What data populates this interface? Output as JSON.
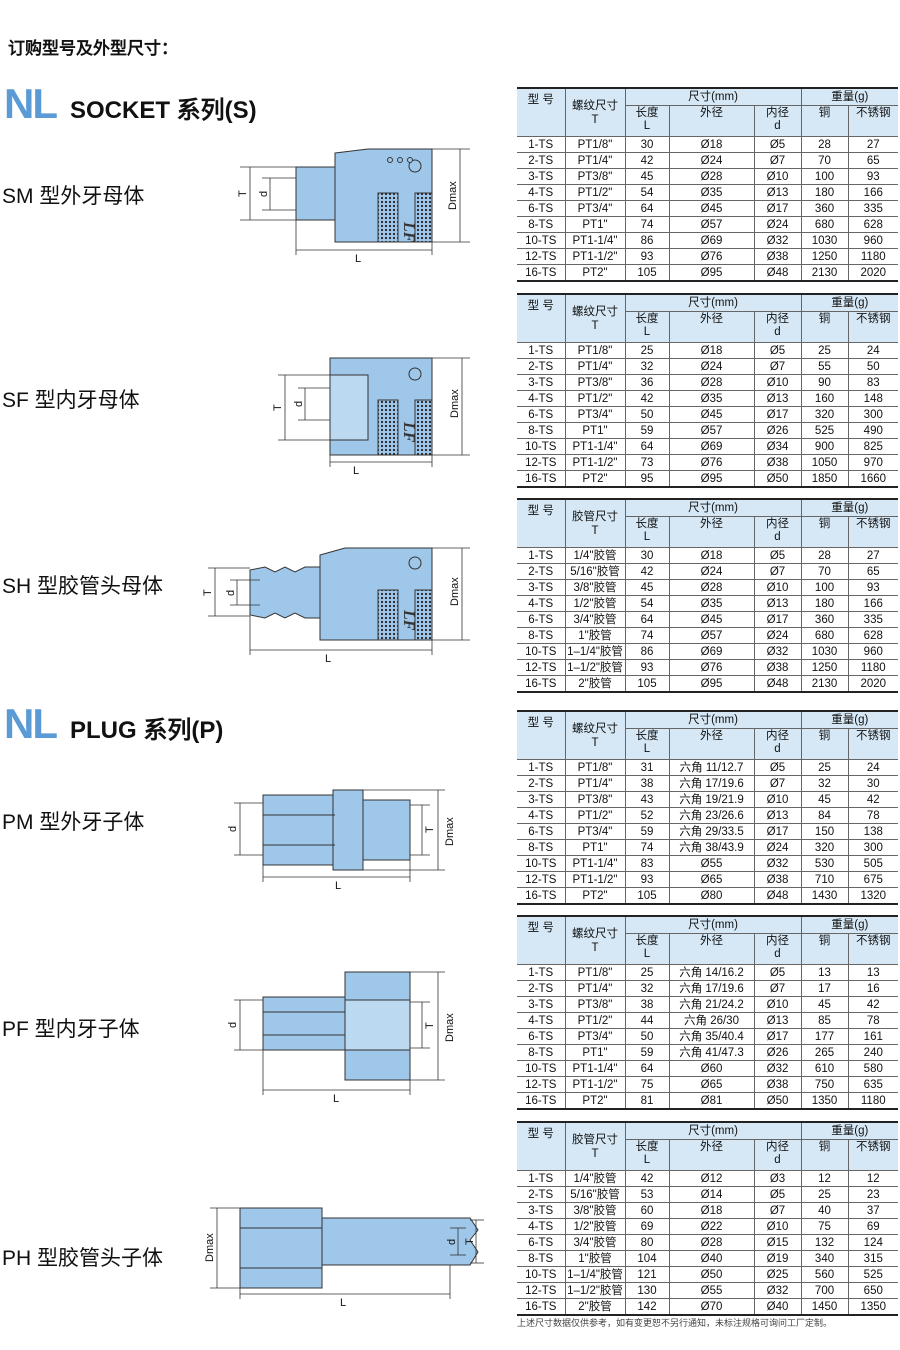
{
  "heading": "订购型号及外型尺寸：",
  "socket_series": {
    "nl": "NL",
    "rest": "SOCKET 系列(S)"
  },
  "plug_series": {
    "nl": "NL",
    "rest": "PLUG 系列(P)"
  },
  "dim_labels": {
    "T": "T",
    "d": "d",
    "L": "L",
    "Dmax": "Dmax",
    "lf": "LF"
  },
  "colors": {
    "body": "#9fc7ea",
    "outline": "#333333",
    "accent": "#5b9bd5",
    "header_bg": "#d6e8f6"
  },
  "header": {
    "model": "型 号",
    "size_sub": "T",
    "dims": "尺寸(mm)",
    "weight": "重量(g)",
    "length": "长度",
    "length_sub": "L",
    "outer": "外径",
    "inner": "内径",
    "inner_sub": "d",
    "copper": "铜",
    "steel": "不锈钢"
  },
  "footnote": "上述尺寸数据仅供参考，如有变更恕不另行通知，未标注规格可询问工厂定制。",
  "sections": [
    {
      "label": "SM 型外牙母体",
      "size_header": "螺纹尺寸",
      "rows": [
        [
          "1-TS",
          "PT1/8\"",
          "30",
          "Ø18",
          "Ø5",
          "28",
          "27"
        ],
        [
          "2-TS",
          "PT1/4\"",
          "42",
          "Ø24",
          "Ø7",
          "70",
          "65"
        ],
        [
          "3-TS",
          "PT3/8\"",
          "45",
          "Ø28",
          "Ø10",
          "100",
          "93"
        ],
        [
          "4-TS",
          "PT1/2\"",
          "54",
          "Ø35",
          "Ø13",
          "180",
          "166"
        ],
        [
          "6-TS",
          "PT3/4\"",
          "64",
          "Ø45",
          "Ø17",
          "360",
          "335"
        ],
        [
          "8-TS",
          "PT1\"",
          "74",
          "Ø57",
          "Ø24",
          "680",
          "628"
        ],
        [
          "10-TS",
          "PT1-1/4\"",
          "86",
          "Ø69",
          "Ø32",
          "1030",
          "960"
        ],
        [
          "12-TS",
          "PT1-1/2\"",
          "93",
          "Ø76",
          "Ø38",
          "1250",
          "1180"
        ],
        [
          "16-TS",
          "PT2\"",
          "105",
          "Ø95",
          "Ø48",
          "2130",
          "2020"
        ]
      ]
    },
    {
      "label": "SF 型内牙母体",
      "size_header": "螺纹尺寸",
      "rows": [
        [
          "1-TS",
          "PT1/8\"",
          "25",
          "Ø18",
          "Ø5",
          "25",
          "24"
        ],
        [
          "2-TS",
          "PT1/4\"",
          "32",
          "Ø24",
          "Ø7",
          "55",
          "50"
        ],
        [
          "3-TS",
          "PT3/8\"",
          "36",
          "Ø28",
          "Ø10",
          "90",
          "83"
        ],
        [
          "4-TS",
          "PT1/2\"",
          "42",
          "Ø35",
          "Ø13",
          "160",
          "148"
        ],
        [
          "6-TS",
          "PT3/4\"",
          "50",
          "Ø45",
          "Ø17",
          "320",
          "300"
        ],
        [
          "8-TS",
          "PT1\"",
          "59",
          "Ø57",
          "Ø26",
          "525",
          "490"
        ],
        [
          "10-TS",
          "PT1-1/4\"",
          "64",
          "Ø69",
          "Ø34",
          "900",
          "825"
        ],
        [
          "12-TS",
          "PT1-1/2\"",
          "73",
          "Ø76",
          "Ø38",
          "1050",
          "970"
        ],
        [
          "16-TS",
          "PT2\"",
          "95",
          "Ø95",
          "Ø50",
          "1850",
          "1660"
        ]
      ]
    },
    {
      "label": "SH 型胶管头母体",
      "size_header": "胶管尺寸",
      "rows": [
        [
          "1-TS",
          "1/4\"胶管",
          "30",
          "Ø18",
          "Ø5",
          "28",
          "27"
        ],
        [
          "2-TS",
          "5/16\"胶管",
          "42",
          "Ø24",
          "Ø7",
          "70",
          "65"
        ],
        [
          "3-TS",
          "3/8\"胶管",
          "45",
          "Ø28",
          "Ø10",
          "100",
          "93"
        ],
        [
          "4-TS",
          "1/2\"胶管",
          "54",
          "Ø35",
          "Ø13",
          "180",
          "166"
        ],
        [
          "6-TS",
          "3/4\"胶管",
          "64",
          "Ø45",
          "Ø17",
          "360",
          "335"
        ],
        [
          "8-TS",
          "1\"胶管",
          "74",
          "Ø57",
          "Ø24",
          "680",
          "628"
        ],
        [
          "10-TS",
          "1–1/4\"胶管",
          "86",
          "Ø69",
          "Ø32",
          "1030",
          "960"
        ],
        [
          "12-TS",
          "1–1/2\"胶管",
          "93",
          "Ø76",
          "Ø38",
          "1250",
          "1180"
        ],
        [
          "16-TS",
          "2\"胶管",
          "105",
          "Ø95",
          "Ø48",
          "2130",
          "2020"
        ]
      ]
    },
    {
      "label": "PM 型外牙子体",
      "size_header": "螺纹尺寸",
      "rows": [
        [
          "1-TS",
          "PT1/8\"",
          "31",
          "六角 11/12.7",
          "Ø5",
          "25",
          "24"
        ],
        [
          "2-TS",
          "PT1/4\"",
          "38",
          "六角 17/19.6",
          "Ø7",
          "32",
          "30"
        ],
        [
          "3-TS",
          "PT3/8\"",
          "43",
          "六角 19/21.9",
          "Ø10",
          "45",
          "42"
        ],
        [
          "4-TS",
          "PT1/2\"",
          "52",
          "六角 23/26.6",
          "Ø13",
          "84",
          "78"
        ],
        [
          "6-TS",
          "PT3/4\"",
          "59",
          "六角 29/33.5",
          "Ø17",
          "150",
          "138"
        ],
        [
          "8-TS",
          "PT1\"",
          "74",
          "六角 38/43.9",
          "Ø24",
          "320",
          "300"
        ],
        [
          "10-TS",
          "PT1-1/4\"",
          "83",
          "Ø55",
          "Ø32",
          "530",
          "505"
        ],
        [
          "12-TS",
          "PT1-1/2\"",
          "93",
          "Ø65",
          "Ø38",
          "710",
          "675"
        ],
        [
          "16-TS",
          "PT2\"",
          "105",
          "Ø80",
          "Ø48",
          "1430",
          "1320"
        ]
      ]
    },
    {
      "label": "PF 型内牙子体",
      "size_header": "螺纹尺寸",
      "rows": [
        [
          "1-TS",
          "PT1/8\"",
          "25",
          "六角 14/16.2",
          "Ø5",
          "13",
          "13"
        ],
        [
          "2-TS",
          "PT1/4\"",
          "32",
          "六角 17/19.6",
          "Ø7",
          "17",
          "16"
        ],
        [
          "3-TS",
          "PT3/8\"",
          "38",
          "六角 21/24.2",
          "Ø10",
          "45",
          "42"
        ],
        [
          "4-TS",
          "PT1/2\"",
          "44",
          "六角 26/30",
          "Ø13",
          "85",
          "78"
        ],
        [
          "6-TS",
          "PT3/4\"",
          "50",
          "六角 35/40.4",
          "Ø17",
          "177",
          "161"
        ],
        [
          "8-TS",
          "PT1\"",
          "59",
          "六角 41/47.3",
          "Ø26",
          "265",
          "240"
        ],
        [
          "10-TS",
          "PT1-1/4\"",
          "64",
          "Ø60",
          "Ø32",
          "610",
          "580"
        ],
        [
          "12-TS",
          "PT1-1/2\"",
          "75",
          "Ø65",
          "Ø38",
          "750",
          "635"
        ],
        [
          "16-TS",
          "PT2\"",
          "81",
          "Ø81",
          "Ø50",
          "1350",
          "1180"
        ]
      ]
    },
    {
      "label": "PH 型胶管头子体",
      "size_header": "胶管尺寸",
      "rows": [
        [
          "1-TS",
          "1/4\"胶管",
          "42",
          "Ø12",
          "Ø3",
          "12",
          "12"
        ],
        [
          "2-TS",
          "5/16\"胶管",
          "53",
          "Ø14",
          "Ø5",
          "25",
          "23"
        ],
        [
          "3-TS",
          "3/8\"胶管",
          "60",
          "Ø18",
          "Ø7",
          "40",
          "37"
        ],
        [
          "4-TS",
          "1/2\"胶管",
          "69",
          "Ø22",
          "Ø10",
          "75",
          "69"
        ],
        [
          "6-TS",
          "3/4\"胶管",
          "80",
          "Ø28",
          "Ø15",
          "132",
          "124"
        ],
        [
          "8-TS",
          "1\"胶管",
          "104",
          "Ø40",
          "Ø19",
          "340",
          "315"
        ],
        [
          "10-TS",
          "1–1/4\"胶管",
          "121",
          "Ø50",
          "Ø25",
          "560",
          "525"
        ],
        [
          "12-TS",
          "1–1/2\"胶管",
          "130",
          "Ø55",
          "Ø32",
          "700",
          "650"
        ],
        [
          "16-TS",
          "2\"胶管",
          "142",
          "Ø70",
          "Ø40",
          "1450",
          "1350"
        ]
      ]
    }
  ]
}
